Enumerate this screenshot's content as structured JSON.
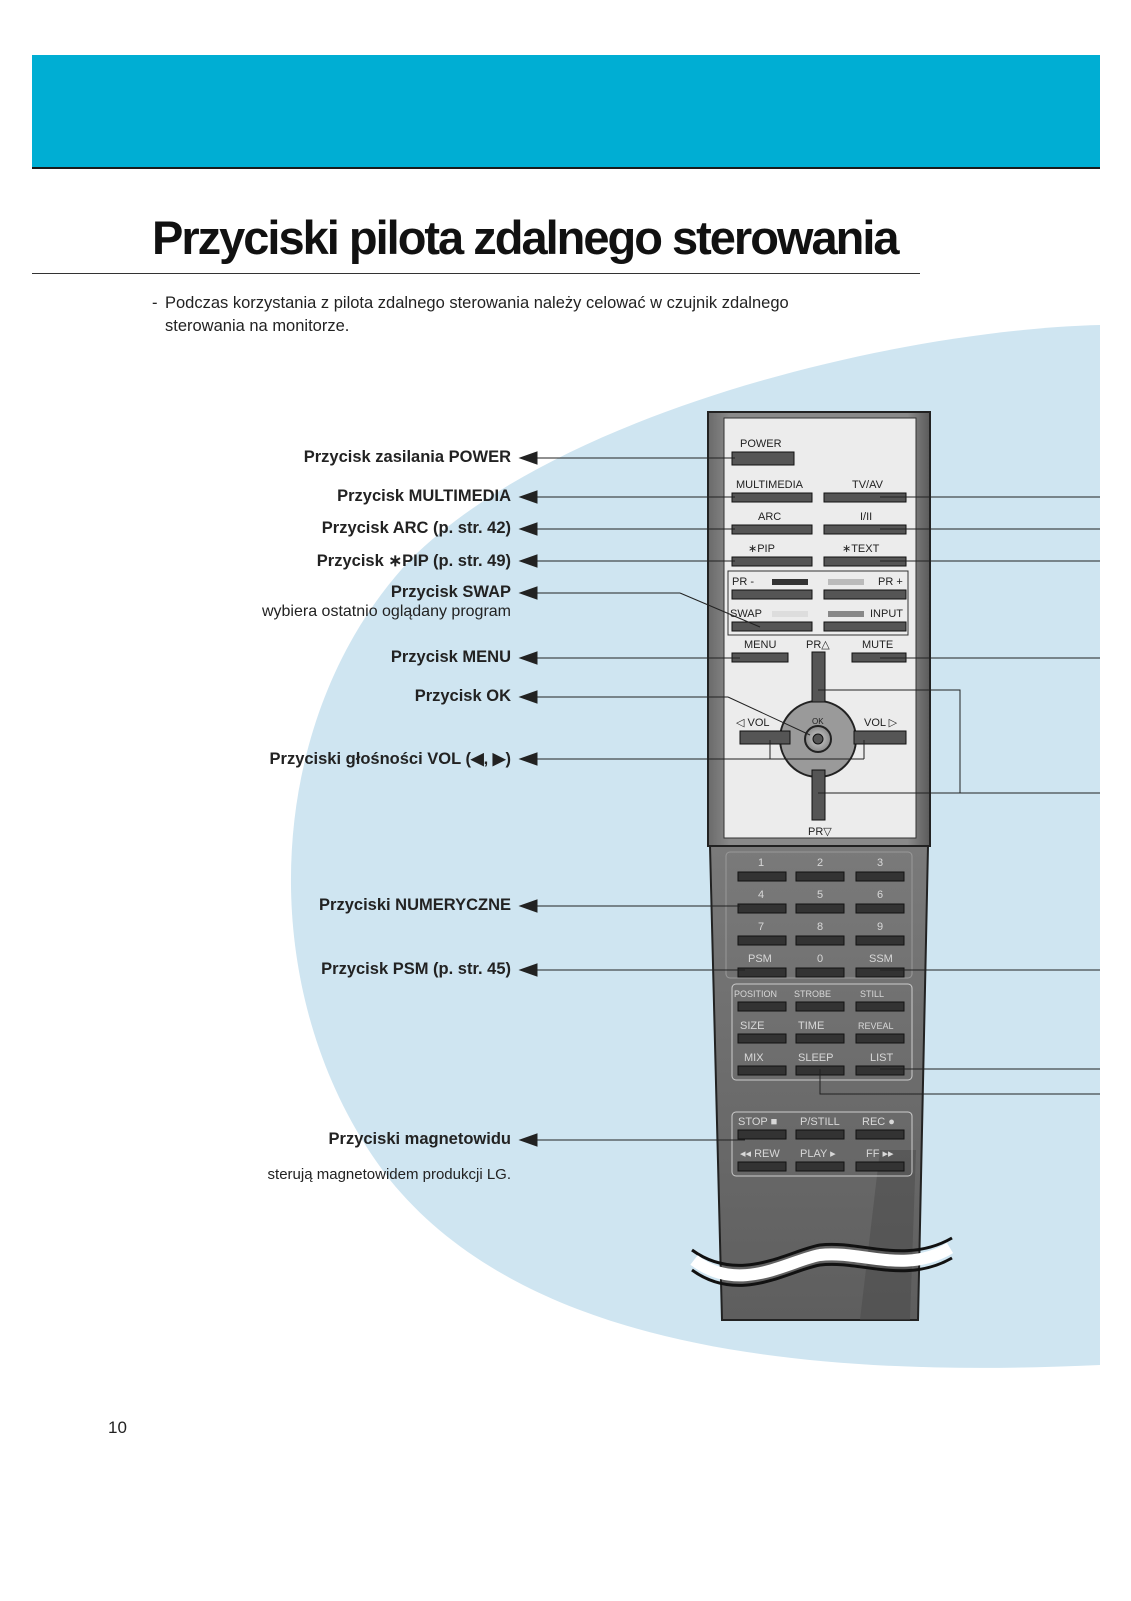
{
  "header": {
    "title": "Przyciski pilota zdalnego sterowania",
    "intro_dash": "-",
    "intro_text": "Podczas korzystania z pilota zdalnego sterowania należy celować w czujnik zdalnego sterowania na monitorze."
  },
  "callouts": [
    {
      "label": "Przycisk zasilania POWER"
    },
    {
      "label": "Przycisk MULTIMEDIA"
    },
    {
      "label": "Przycisk ARC (p. str. 42)"
    },
    {
      "label": "Przycisk ∗PIP (p. str. 49)"
    },
    {
      "label": "Przycisk SWAP",
      "sub": "wybiera ostatnio oglądany program"
    },
    {
      "label": "Przycisk MENU"
    },
    {
      "label": "Przycisk OK"
    },
    {
      "label": "Przyciski głośności VOL (◀, ▶)"
    },
    {
      "label": "Przyciski NUMERYCZNE"
    },
    {
      "label": "Przycisk PSM (p. str. 45)"
    },
    {
      "label": "Przyciski magnetowidu",
      "sub": "sterują magnetowidem produkcji LG."
    }
  ],
  "remote": {
    "power": "POWER",
    "multimedia": "MULTIMEDIA",
    "tvav": "TV/AV",
    "arc": "ARC",
    "i_ii": "I/II",
    "pip": "∗PIP",
    "text": "∗TEXT",
    "pr_minus": "PR -",
    "pr_plus": "PR +",
    "swap": "SWAP",
    "input": "INPUT",
    "menu": "MENU",
    "pr_up": "PR△",
    "mute": "MUTE",
    "vol_left": "◁ VOL",
    "vol_right": "VOL ▷",
    "ok": "OK",
    "pr_down": "PR▽",
    "digits": [
      "1",
      "2",
      "3",
      "4",
      "5",
      "6",
      "7",
      "8",
      "9",
      "PSM",
      "0",
      "SSM"
    ],
    "teletext": [
      "POSITION",
      "STROBE",
      "STILL",
      "SIZE",
      "TIME",
      "REVEAL",
      "MIX",
      "SLEEP",
      "LIST"
    ],
    "vcr": [
      "STOP ■",
      "P/STILL",
      "REC ●",
      "◂◂ REW",
      "PLAY ▸",
      "FF ▸▸"
    ]
  },
  "footer": {
    "page_number": "10"
  }
}
